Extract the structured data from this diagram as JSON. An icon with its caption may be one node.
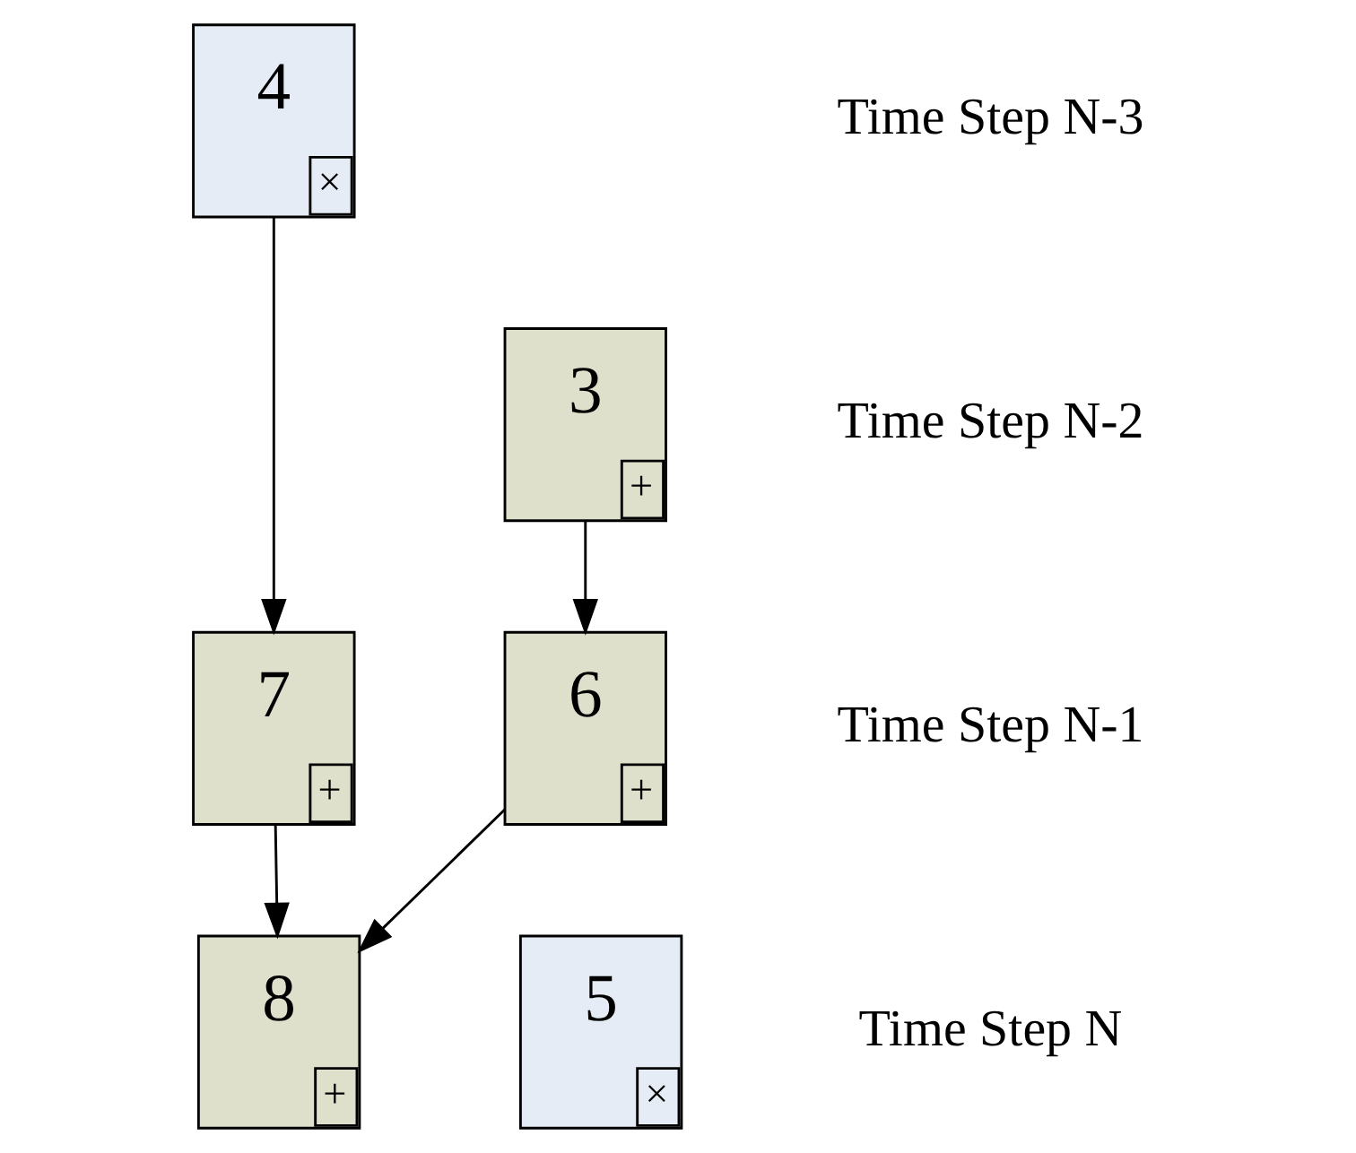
{
  "diagram": {
    "nodes": [
      {
        "text": [
          "4",
          "×"
        ]
      },
      {
        "text": [
          "3",
          "+"
        ]
      },
      {
        "text": [
          "6",
          "+"
        ]
      },
      {
        "text": [
          "7",
          "+"
        ]
      },
      {
        "text": [
          "8",
          "+"
        ]
      },
      {
        "text": [
          "5",
          "×"
        ]
      }
    ],
    "edges": [
      {
        "from": 1,
        "to": 2,
        "arrow": "to"
      },
      {
        "from": 0,
        "to": 3,
        "arrow": "to"
      },
      {
        "from": 2,
        "to": 4,
        "arrow": "to"
      },
      {
        "from": 3,
        "to": 4,
        "arrow": "to"
      }
    ],
    "labels": [
      "Time Step N-3",
      "Time Step N-2",
      "Time Step N-1",
      "Time Step N"
    ]
  }
}
